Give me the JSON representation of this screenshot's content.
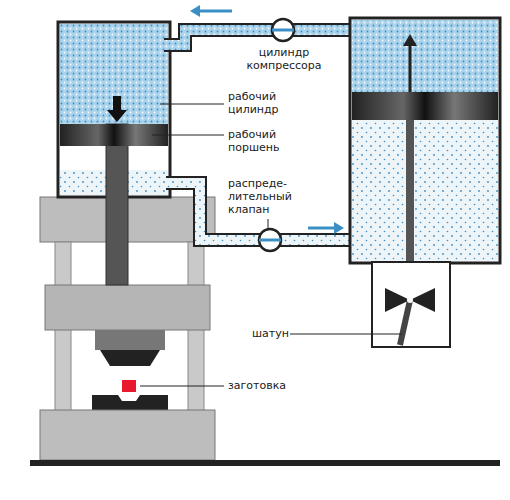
{
  "diagram": {
    "labels": [
      "цилиндр компрессора",
      "рабочий цилиндр",
      "рабочий поршень",
      "распреде- лительный клапан",
      "шатун",
      "заготовка"
    ]
  }
}
